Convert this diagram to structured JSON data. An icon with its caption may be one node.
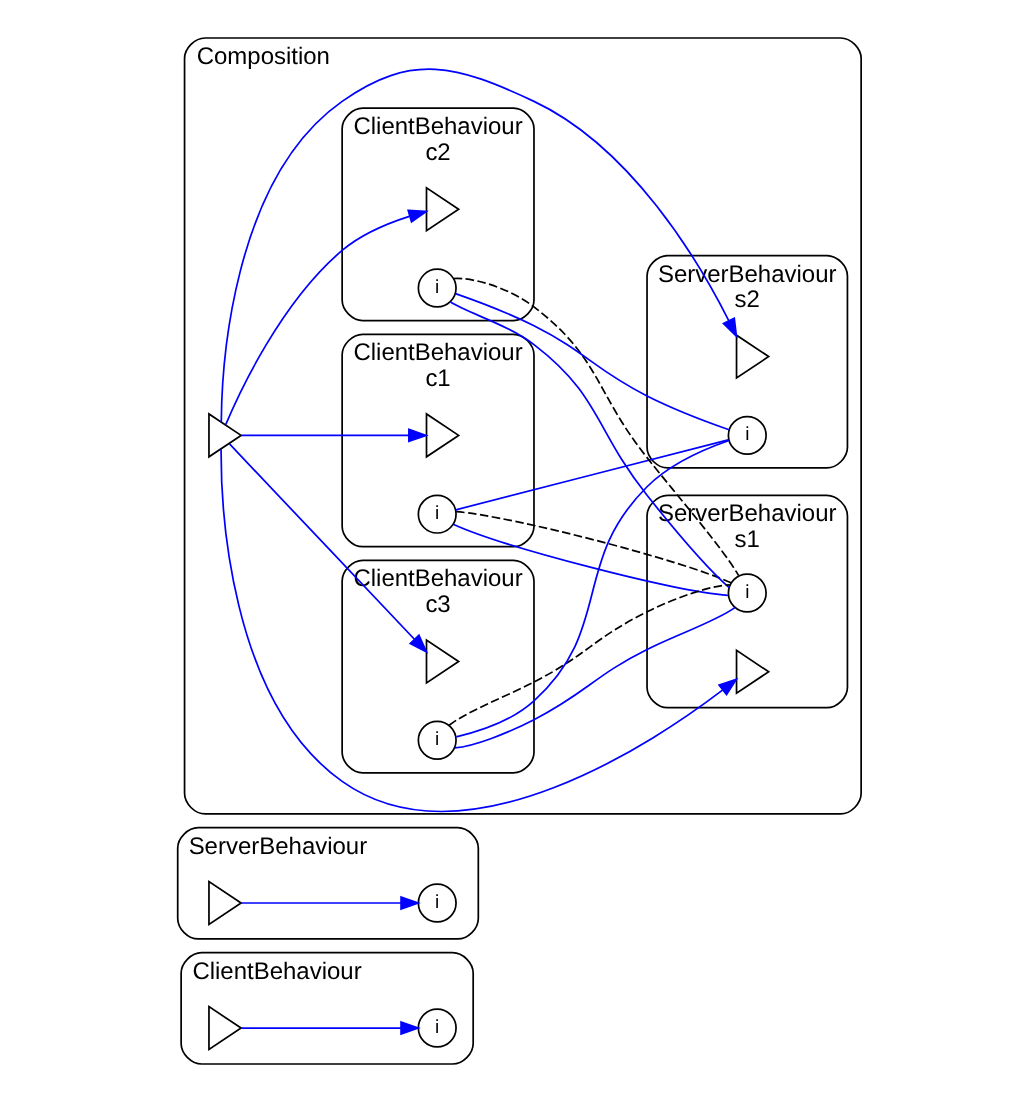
{
  "diagram": {
    "nodes": [
      {
        "text": [
          "ClientBehaviour"
        ]
      },
      {
        "text": [],
        "shape": "triangle",
        "in": 0
      },
      {
        "text": [
          "i"
        ],
        "in": 0
      },
      {
        "text": [
          "ServerBehaviour"
        ]
      },
      {
        "text": [],
        "shape": "triangle",
        "in": 3
      },
      {
        "text": [
          "i"
        ],
        "in": 3
      },
      {
        "text": [
          "Composition"
        ]
      },
      {
        "text": [],
        "shape": "triangle",
        "in": 6
      },
      {
        "text": [
          "ClientBehaviour",
          "c1"
        ],
        "in": 6
      },
      {
        "text": [],
        "shape": "triangle",
        "in": 8
      },
      {
        "text": [
          "i"
        ],
        "in": 8
      },
      {
        "text": [
          "ServerBehaviour",
          "s1"
        ],
        "in": 6
      },
      {
        "text": [],
        "shape": "triangle",
        "in": 11
      },
      {
        "text": [
          "i"
        ],
        "in": 11
      },
      {
        "text": [
          "ClientBehaviour",
          "c2"
        ],
        "in": 6
      },
      {
        "text": [],
        "shape": "triangle",
        "in": 14
      },
      {
        "text": [
          "i"
        ],
        "in": 14
      },
      {
        "text": [
          "ServerBehaviour",
          "s2"
        ],
        "in": 6
      },
      {
        "text": [],
        "shape": "triangle",
        "in": 17
      },
      {
        "text": [
          "i"
        ],
        "in": 17
      },
      {
        "text": [
          "ClientBehaviour",
          "c3"
        ],
        "in": 6
      },
      {
        "text": [],
        "shape": "triangle",
        "in": 20
      },
      {
        "text": [
          "i"
        ],
        "in": 20
      }
    ],
    "edges": [
      {
        "from": 1,
        "to": 2,
        "arrow": "to"
      },
      {
        "from": 4,
        "to": 5,
        "arrow": "to"
      },
      {
        "from": 7,
        "to": 9,
        "arrow": "to"
      },
      {
        "from": 7,
        "to": 12,
        "arrow": "to"
      },
      {
        "from": 7,
        "to": 15,
        "arrow": "to"
      },
      {
        "from": 7,
        "to": 18,
        "arrow": "to"
      },
      {
        "from": 7,
        "to": 21,
        "arrow": "to"
      },
      {
        "from": 10,
        "to": 13,
        "arrow": "none"
      },
      {
        "from": 10,
        "to": 19,
        "arrow": "none"
      },
      {
        "from": 16,
        "to": 13,
        "arrow": "none"
      },
      {
        "from": 16,
        "to": 19,
        "arrow": "none"
      },
      {
        "from": 22,
        "to": 13,
        "arrow": "none"
      },
      {
        "from": 22,
        "to": 19,
        "arrow": "none"
      },
      {
        "from": 10,
        "to": 13,
        "arrow": "none",
        "style": "dashed",
        "color": "#000000"
      },
      {
        "from": 16,
        "to": 13,
        "arrow": "none",
        "style": "dashed",
        "color": "#000000"
      },
      {
        "from": 22,
        "to": 13,
        "arrow": "none",
        "style": "dashed",
        "color": "#000000"
      }
    ]
  }
}
